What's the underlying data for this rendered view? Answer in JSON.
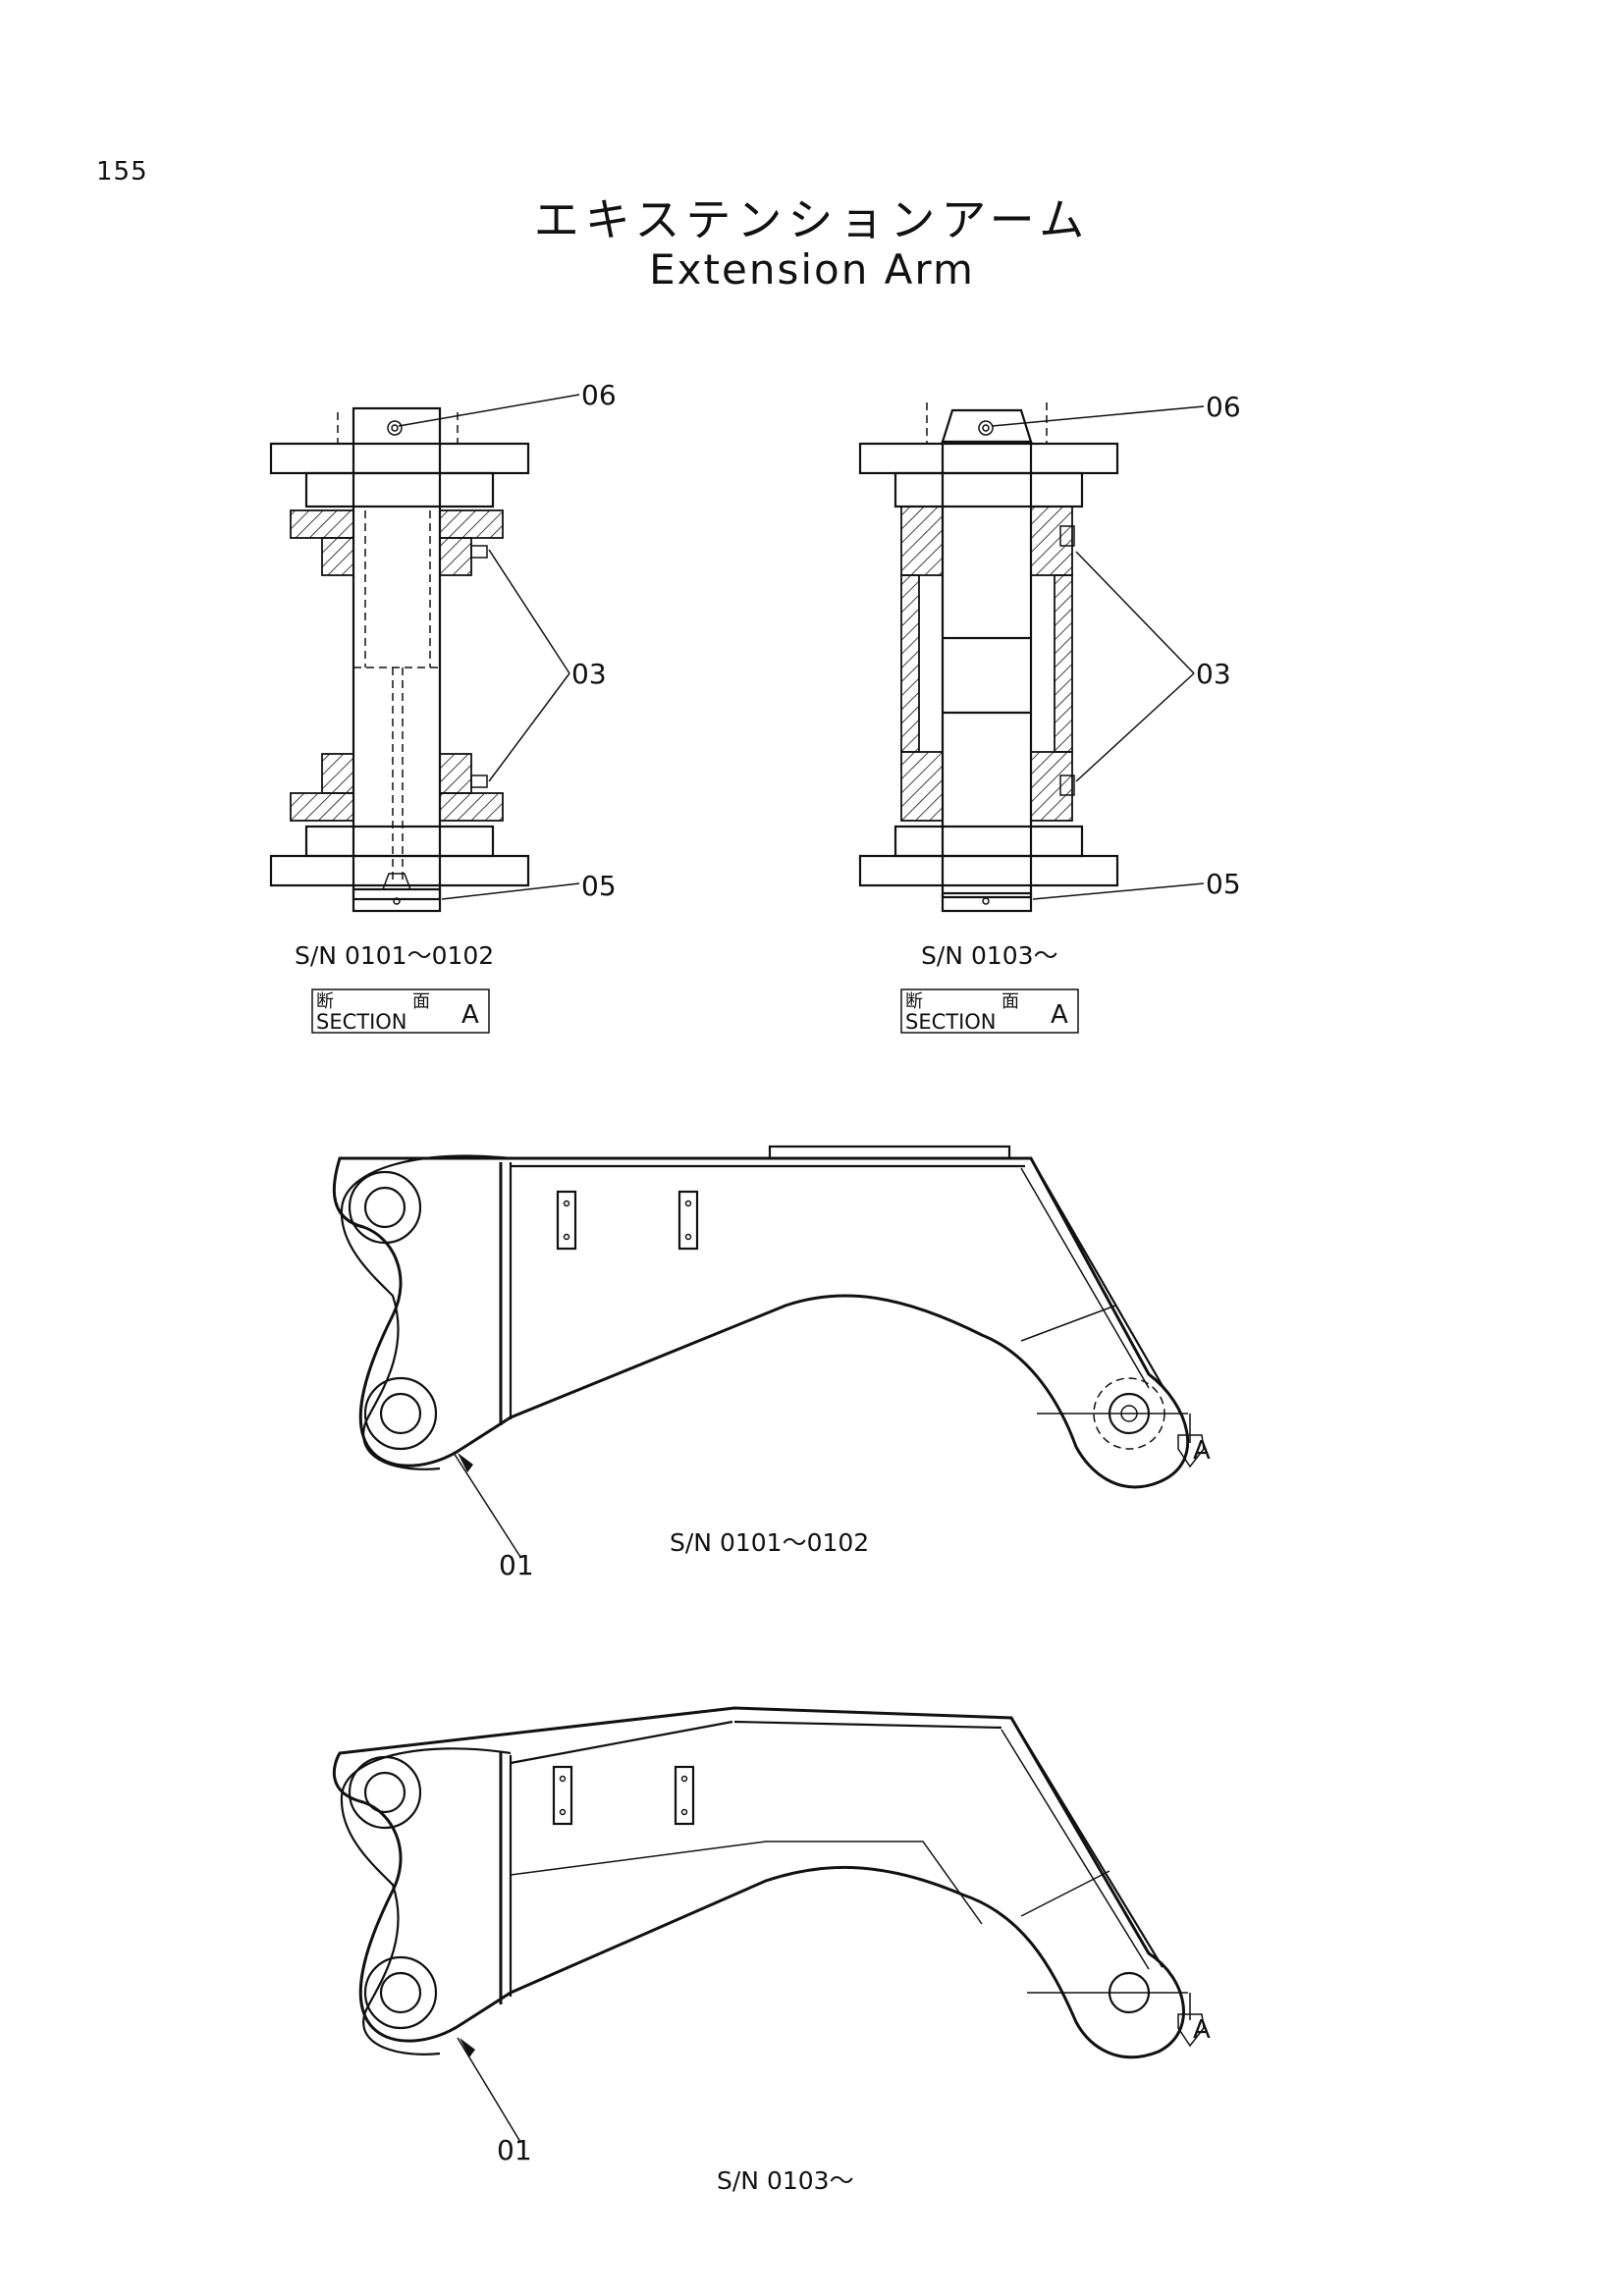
{
  "page_number": "155",
  "title_jp": "エキステンションアーム",
  "title_en": "Extension Arm",
  "sections": [
    {
      "serial": "S/N  0101～0102",
      "section_jp_left": "断",
      "section_jp_right": "面",
      "section_en": "SECTION",
      "section_letter": "A",
      "callouts": [
        "06",
        "03",
        "05"
      ]
    },
    {
      "serial": "S/N  0103～",
      "section_jp_left": "断",
      "section_jp_right": "面",
      "section_en": "SECTION",
      "section_letter": "A",
      "callouts": [
        "06",
        "03",
        "05"
      ]
    }
  ],
  "arm_views": [
    {
      "serial": "S/N  0101～0102",
      "callout": "01",
      "section_marker": "A"
    },
    {
      "serial": "S/N  0103～",
      "callout": "01",
      "section_marker": "A"
    }
  ]
}
